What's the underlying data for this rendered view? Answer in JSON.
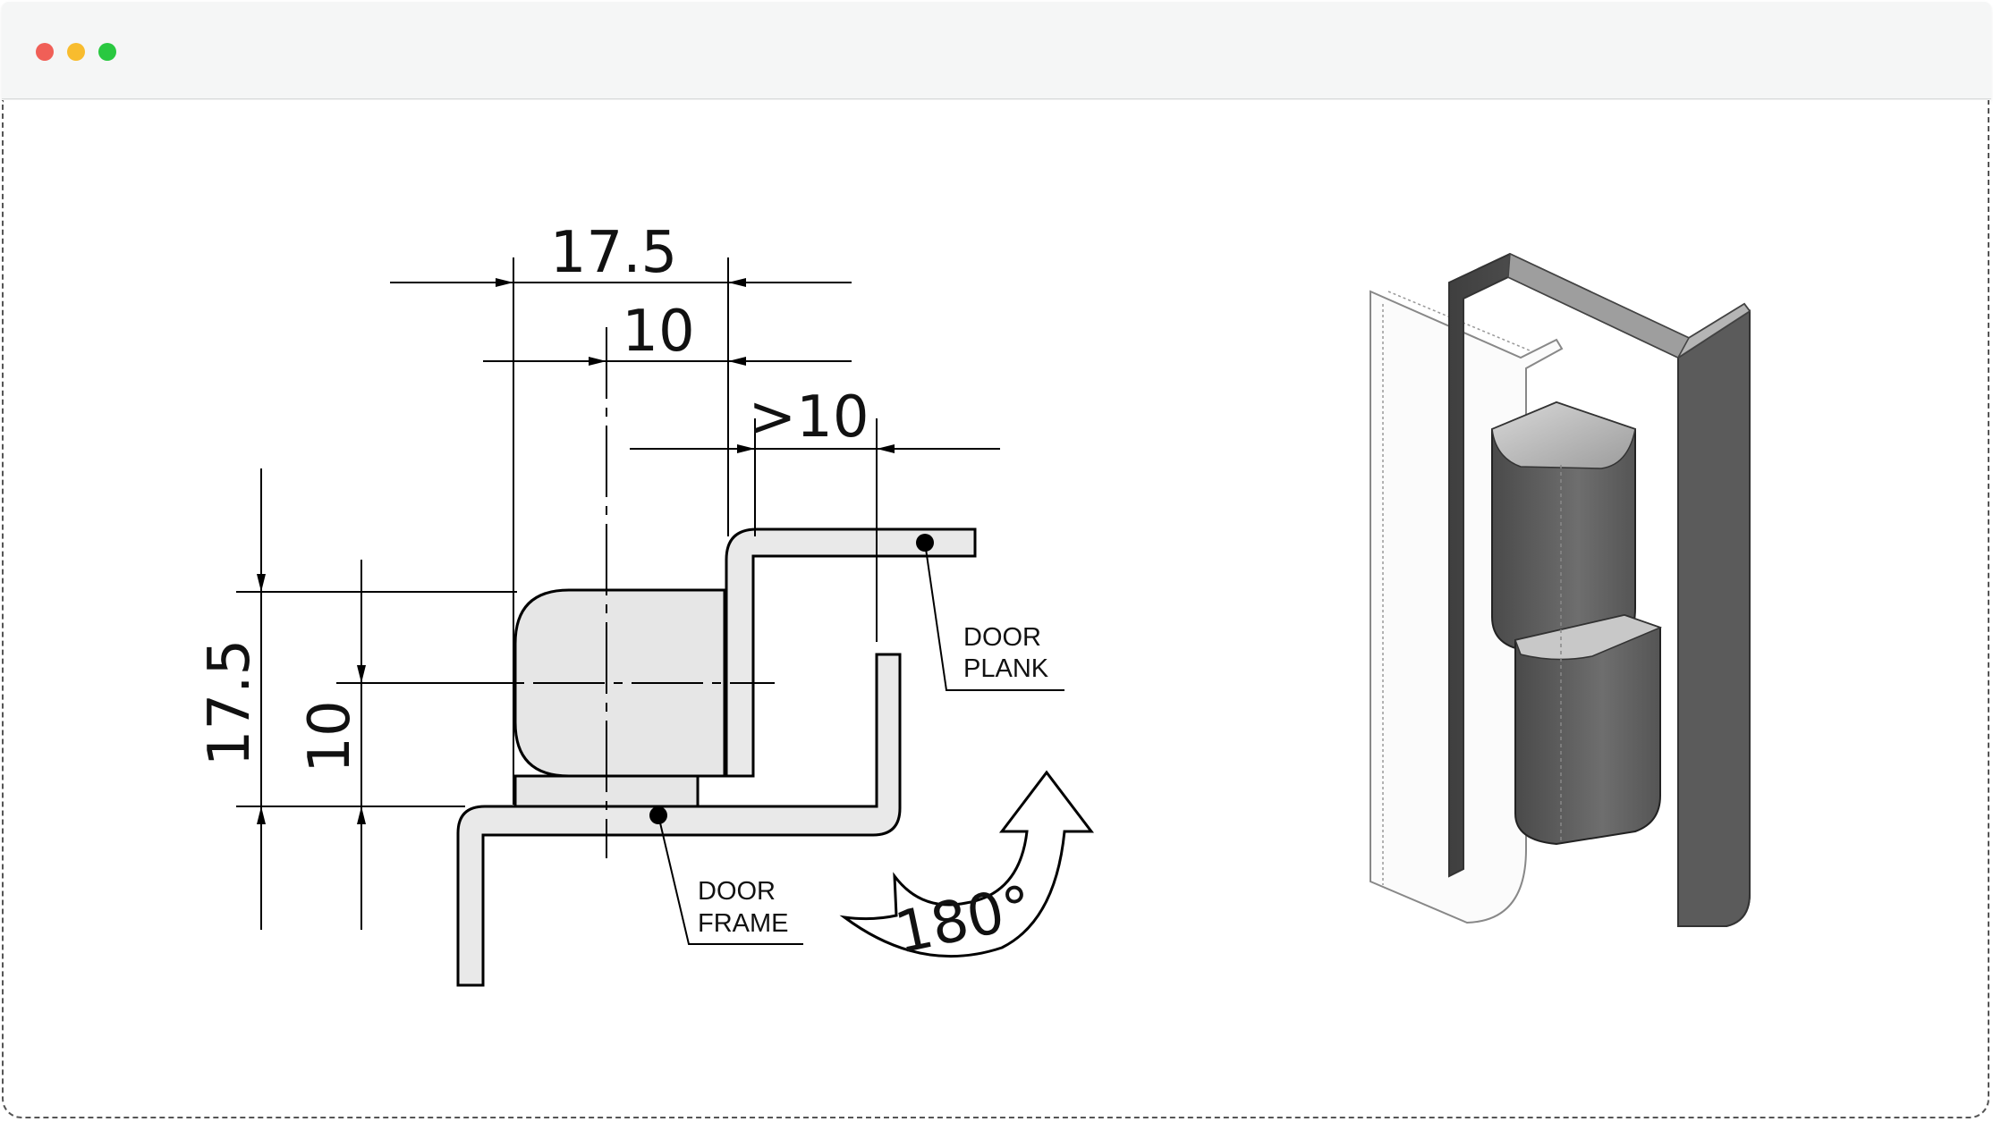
{
  "window": {
    "controls": [
      "close",
      "minimize",
      "maximize"
    ],
    "colors": {
      "close": "#f05f57",
      "minimize": "#f8bc2e",
      "maximize": "#29c840"
    }
  },
  "drawing": {
    "dimensions": {
      "top_overall": "17.5",
      "top_axis": "10",
      "top_gap": ">10",
      "left_overall": "17.5",
      "left_axis": "10"
    },
    "labels": {
      "door_plank_line1": "DOOR",
      "door_plank_line2": "PLANK",
      "door_frame_line1": "DOOR",
      "door_frame_line2": "FRAME"
    },
    "rotation": "180°"
  },
  "render": {
    "description_icon": "hinge-3d-render-icon",
    "colors": {
      "profile": "#5a5a5a",
      "knuckle": "#6b6b6b",
      "highlight": "#bdbdbd"
    }
  }
}
